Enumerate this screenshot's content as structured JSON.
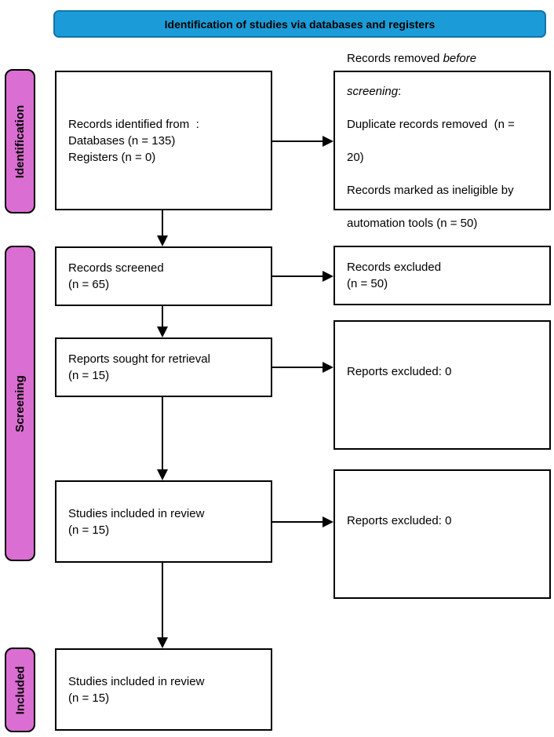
{
  "header": {
    "title": "Identification of studies via databases and registers"
  },
  "colors": {
    "banner_blue": "#1B9CD8",
    "banner_border": "#1474A8",
    "sidebar_pink": "#DB6ED2",
    "line_black": "#000000"
  },
  "sidebar": {
    "identification": "Identification",
    "screening": "Screening",
    "included": "Included"
  },
  "boxes": {
    "records_identified": {
      "text": "Records identified from  :\nDatabases (n = 135)\nRegisters (n = 0)"
    },
    "records_removed": {
      "l1_normal": "Records removed ",
      "l1_italic": "before",
      "l2_italic": "screening",
      "l2_suffix": ":",
      "l3": "Duplicate records removed  (n =",
      "l4": "20)",
      "l5": "Records marked as ineligible by",
      "l6": "automation tools (n = 50)"
    },
    "records_screened": {
      "text": "Records screened\n(n = 65)"
    },
    "records_excluded": {
      "text": "Records excluded\n(n = 50)"
    },
    "reports_sought": {
      "text": "Reports sought for retrieval\n(n = 15)"
    },
    "reports_excluded_1": {
      "text": "Reports excluded: 0"
    },
    "studies_included_review": {
      "text": "Studies included in review\n(n = 15)"
    },
    "reports_excluded_2": {
      "text": "Reports excluded: 0"
    },
    "studies_included_final": {
      "text": "Studies included in review\n(n = 15)"
    }
  }
}
